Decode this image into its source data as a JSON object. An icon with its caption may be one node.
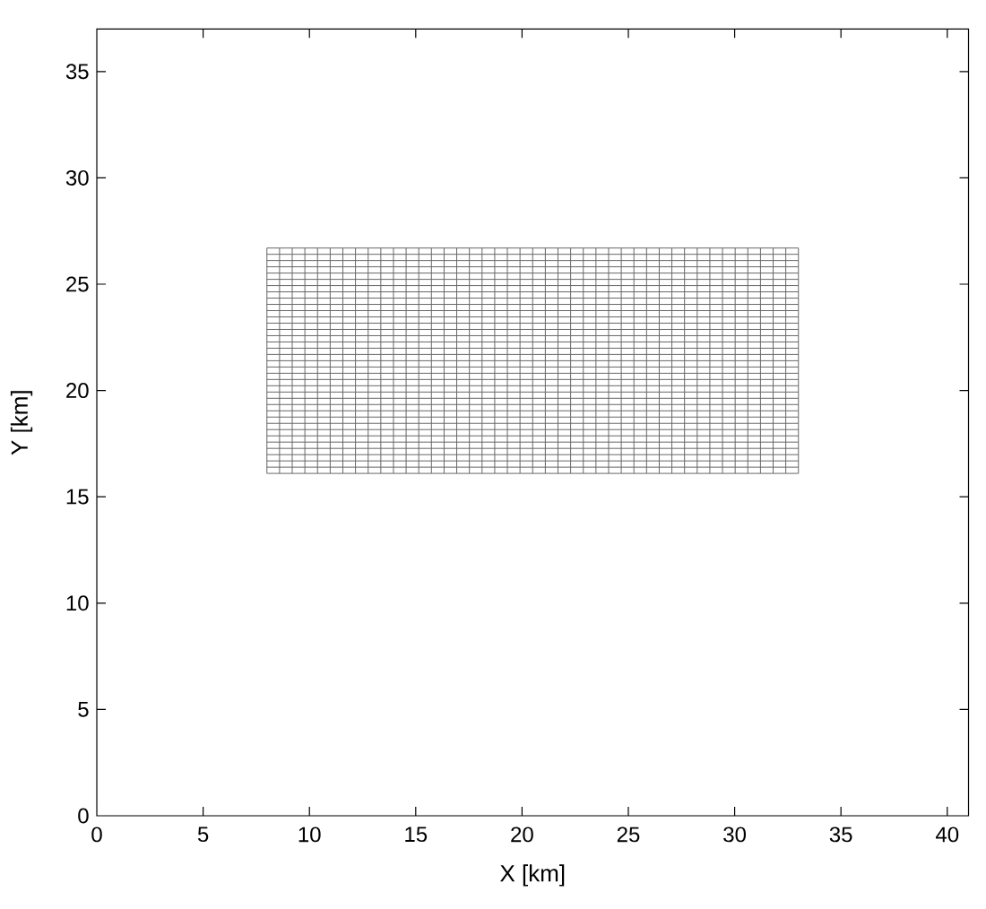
{
  "diagram": {
    "labels": [
      "35",
      "30",
      "25",
      "20",
      "15",
      "10",
      "5",
      "0",
      "Y [km]",
      "0",
      "5",
      "10",
      "15",
      "20",
      "25",
      "30",
      "35",
      "40",
      "X [km]"
    ]
  }
}
